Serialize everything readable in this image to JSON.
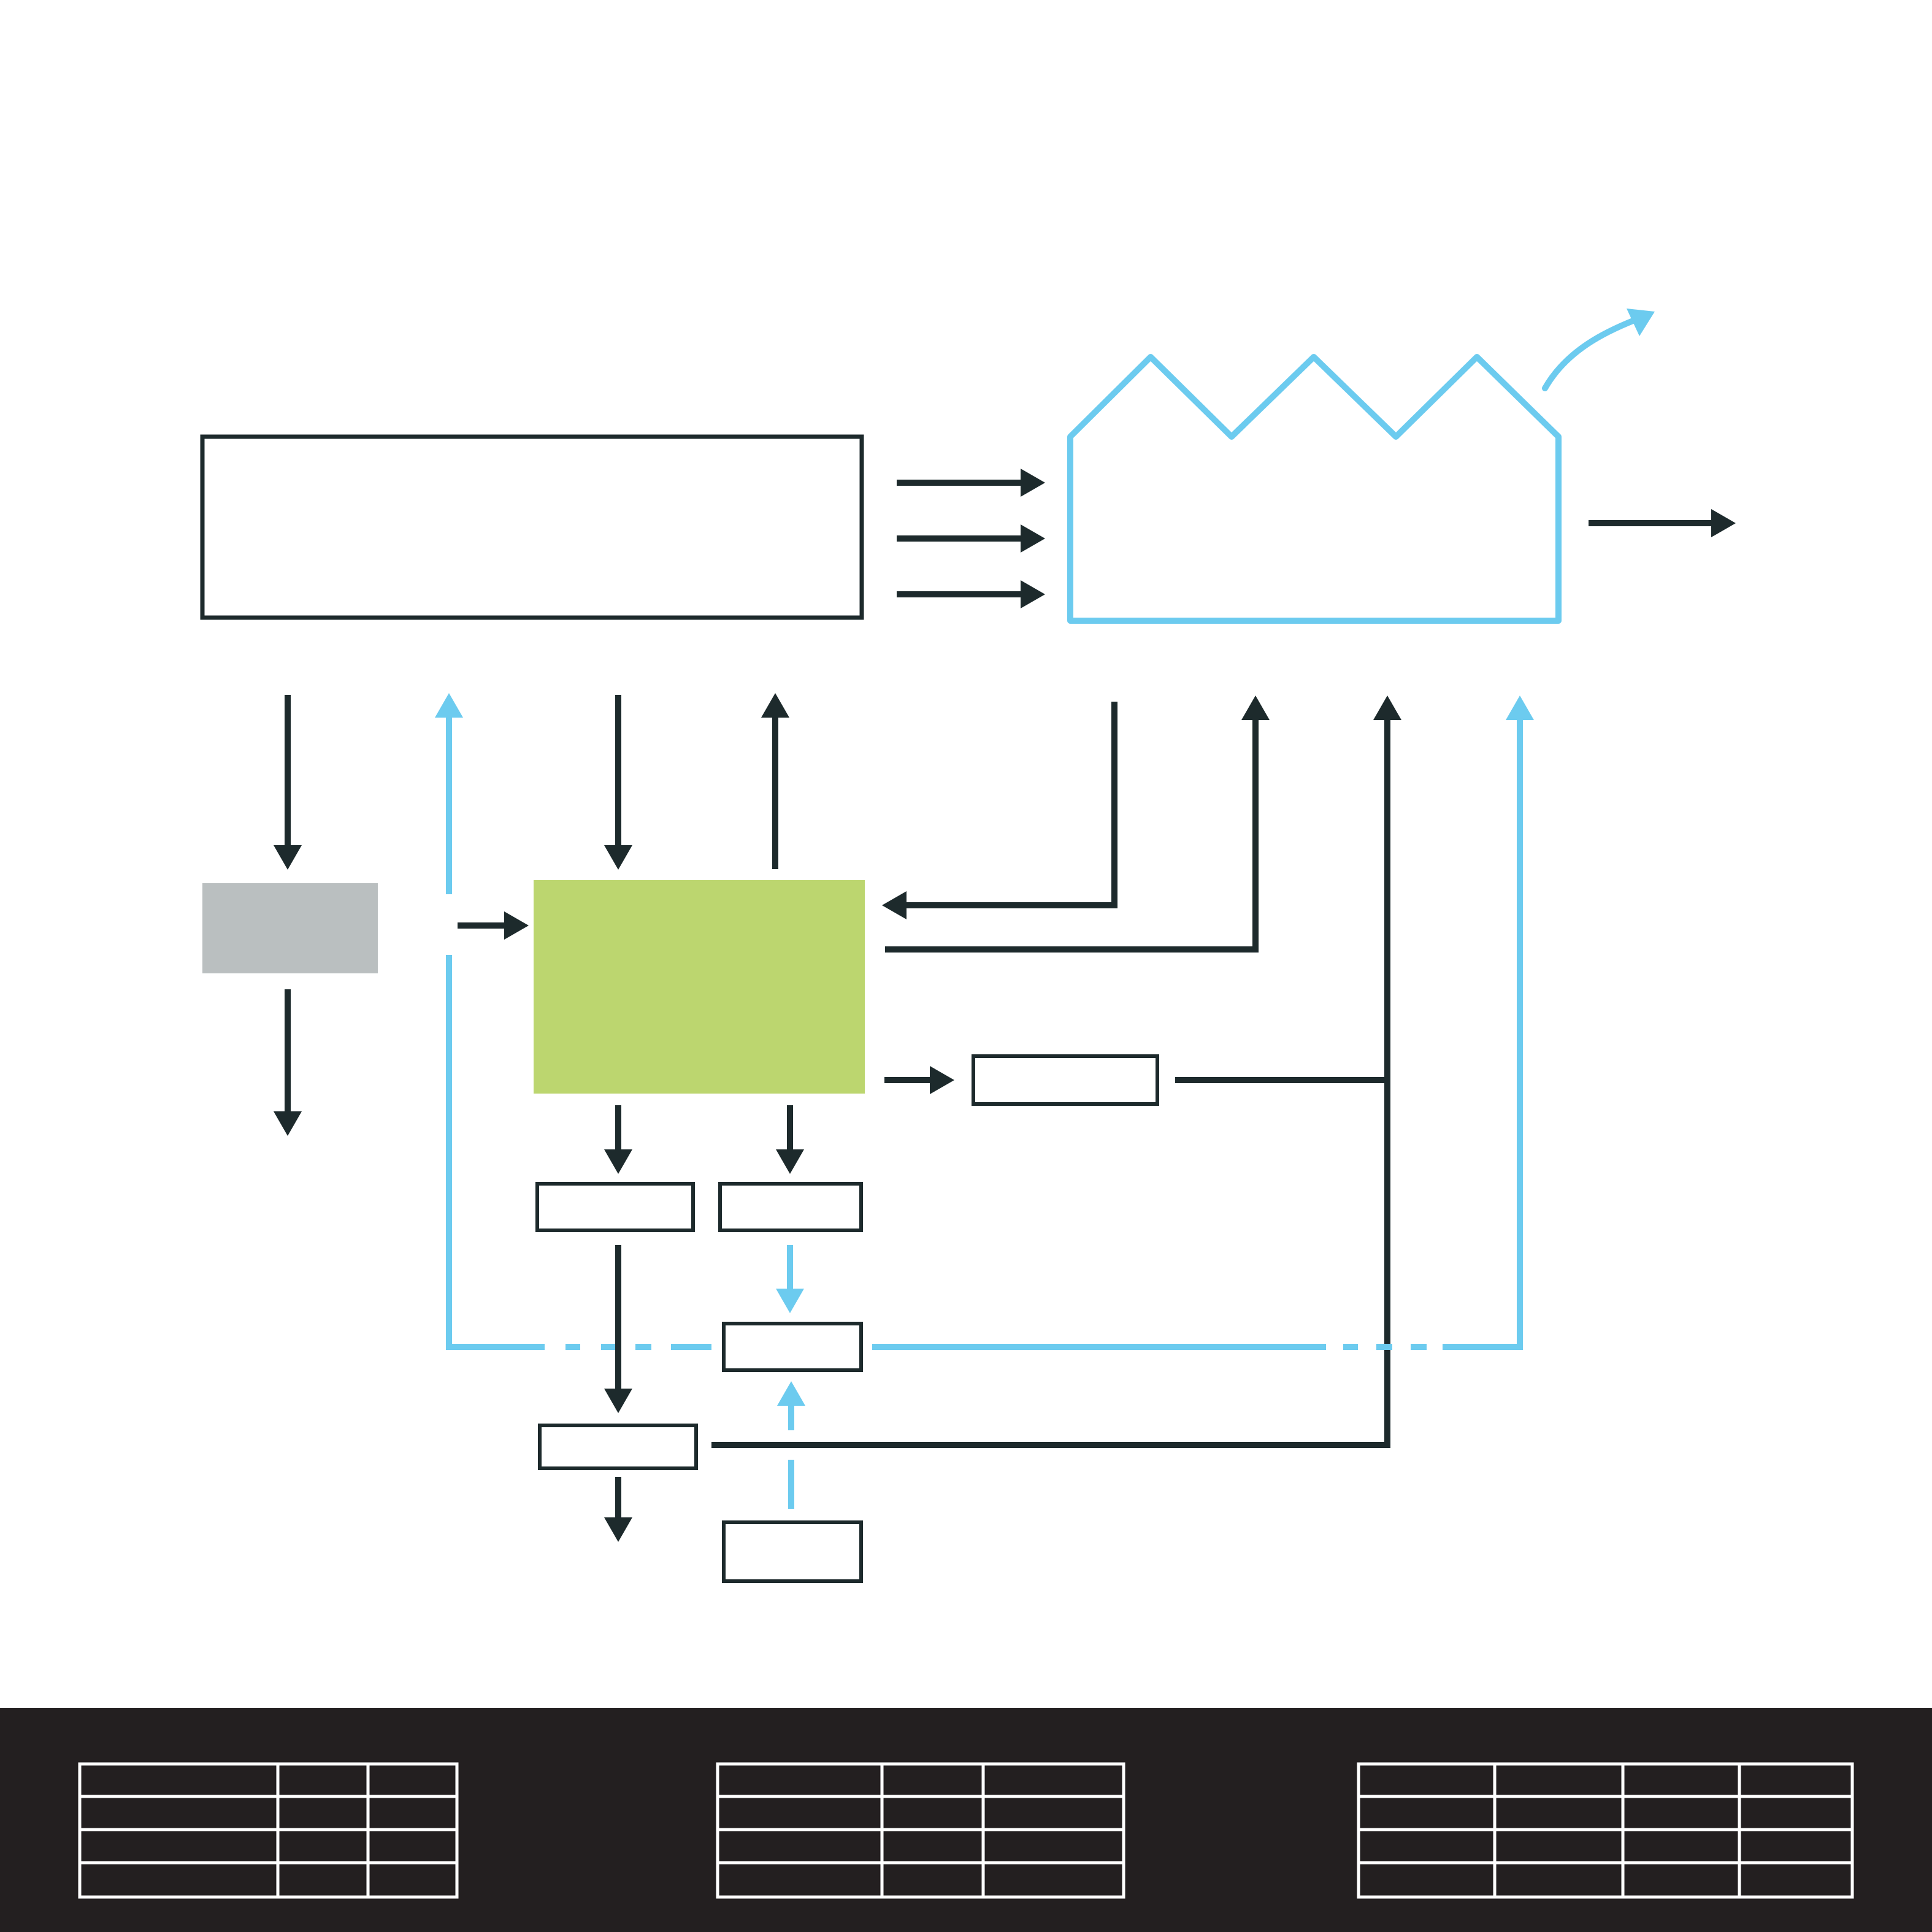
{
  "colors": {
    "background": "#ffffff",
    "line_dark": "#1d2a2c",
    "line_blue": "#6ccbef",
    "box_gray": "#babfc0",
    "box_green": "#bcd66f",
    "footer_bg": "#231f20",
    "table_line": "#ffffff"
  },
  "footer": {
    "tables": [
      {
        "rows": 4,
        "columns": 3
      },
      {
        "rows": 4,
        "columns": 3
      },
      {
        "rows": 4,
        "columns": 4
      }
    ]
  }
}
